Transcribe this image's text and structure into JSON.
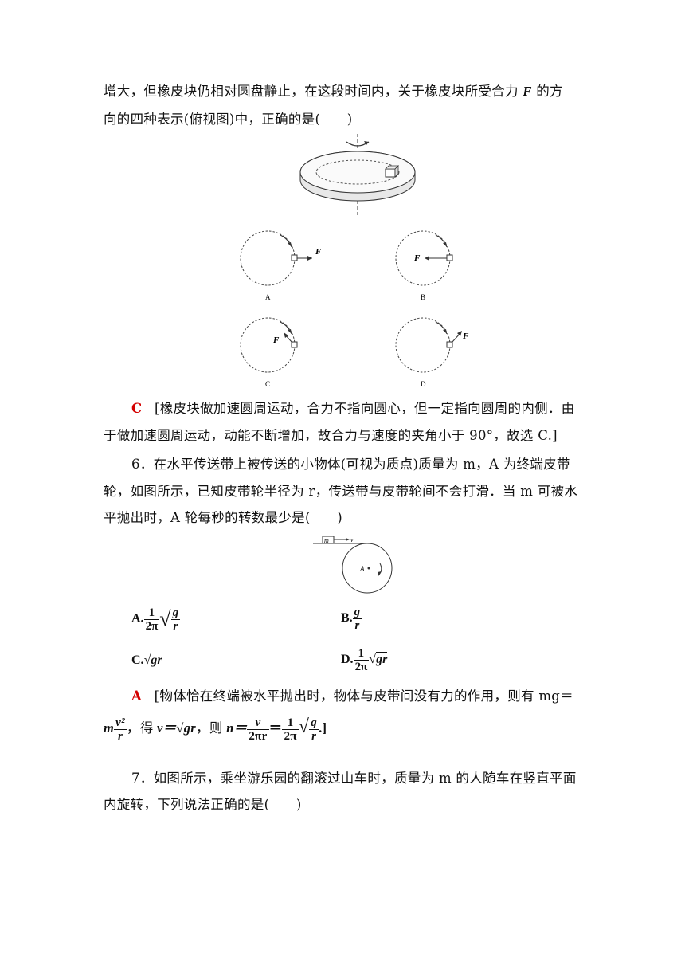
{
  "q5": {
    "line1": "增大，但橡皮块仍相对圆盘静止，在这段时间内，关于橡皮块所受合力",
    "var_F": "F",
    "line1_tail": "的方",
    "line2": "向的四种表示(俯视图)中，正确的是(　　)"
  },
  "figure_q5": {
    "force_label": "F",
    "captions": [
      "A",
      "B",
      "C",
      "D"
    ]
  },
  "a5": {
    "letter": "C",
    "line1": "[橡皮块做加速圆周运动，合力不指向圆心，但一定指向圆周的内侧．由",
    "line2": "于做加速圆周运动，动能不断增加，故合力与速度的夹角小于 90°，故选 C.]"
  },
  "q6": {
    "line1": "6．在水平传送带上被传送的小物体(可视为质点)质量为 m，A 为终端皮带",
    "line2": "轮，如图所示，已知皮带轮半径为 r，传送带与皮带轮间不会打滑．当 m 可被水",
    "line3": "平抛出时，A 轮每秒的转数最少是(　　)"
  },
  "figure_q6": {
    "block": "m",
    "velocity": "v",
    "wheel": "A"
  },
  "options_q6": {
    "A_label": "A.",
    "A_num": "1",
    "A_den": "2π",
    "A_root_num": "g",
    "A_root_den": "r",
    "B_label": "B.",
    "B_num": "g",
    "B_den": "r",
    "C_label": "C.",
    "C_root": "gr",
    "D_label": "D.",
    "D_num": "1",
    "D_den": "2π",
    "D_root": "gr"
  },
  "a6": {
    "letter": "A",
    "line1": "[物体恰在终端被水平抛出时，物体与皮带间没有力的作用，则有 mg＝",
    "m": "m",
    "v2": "v²",
    "r": "r",
    "de": "，得",
    "v_eq": "v＝",
    "gr": "gr",
    "ze": "，则",
    "n_eq": "n＝",
    "v": "v",
    "two_pi_r": "2πr",
    "eq": "＝",
    "one": "1",
    "two_pi": "2π",
    "g": "g",
    "end": ".]"
  },
  "q7": {
    "line1": "7．如图所示，乘坐游乐园的翻滚过山车时，质量为 m 的人随车在竖直平面",
    "line2": "内旋转，下列说法正确的是(　　)"
  }
}
